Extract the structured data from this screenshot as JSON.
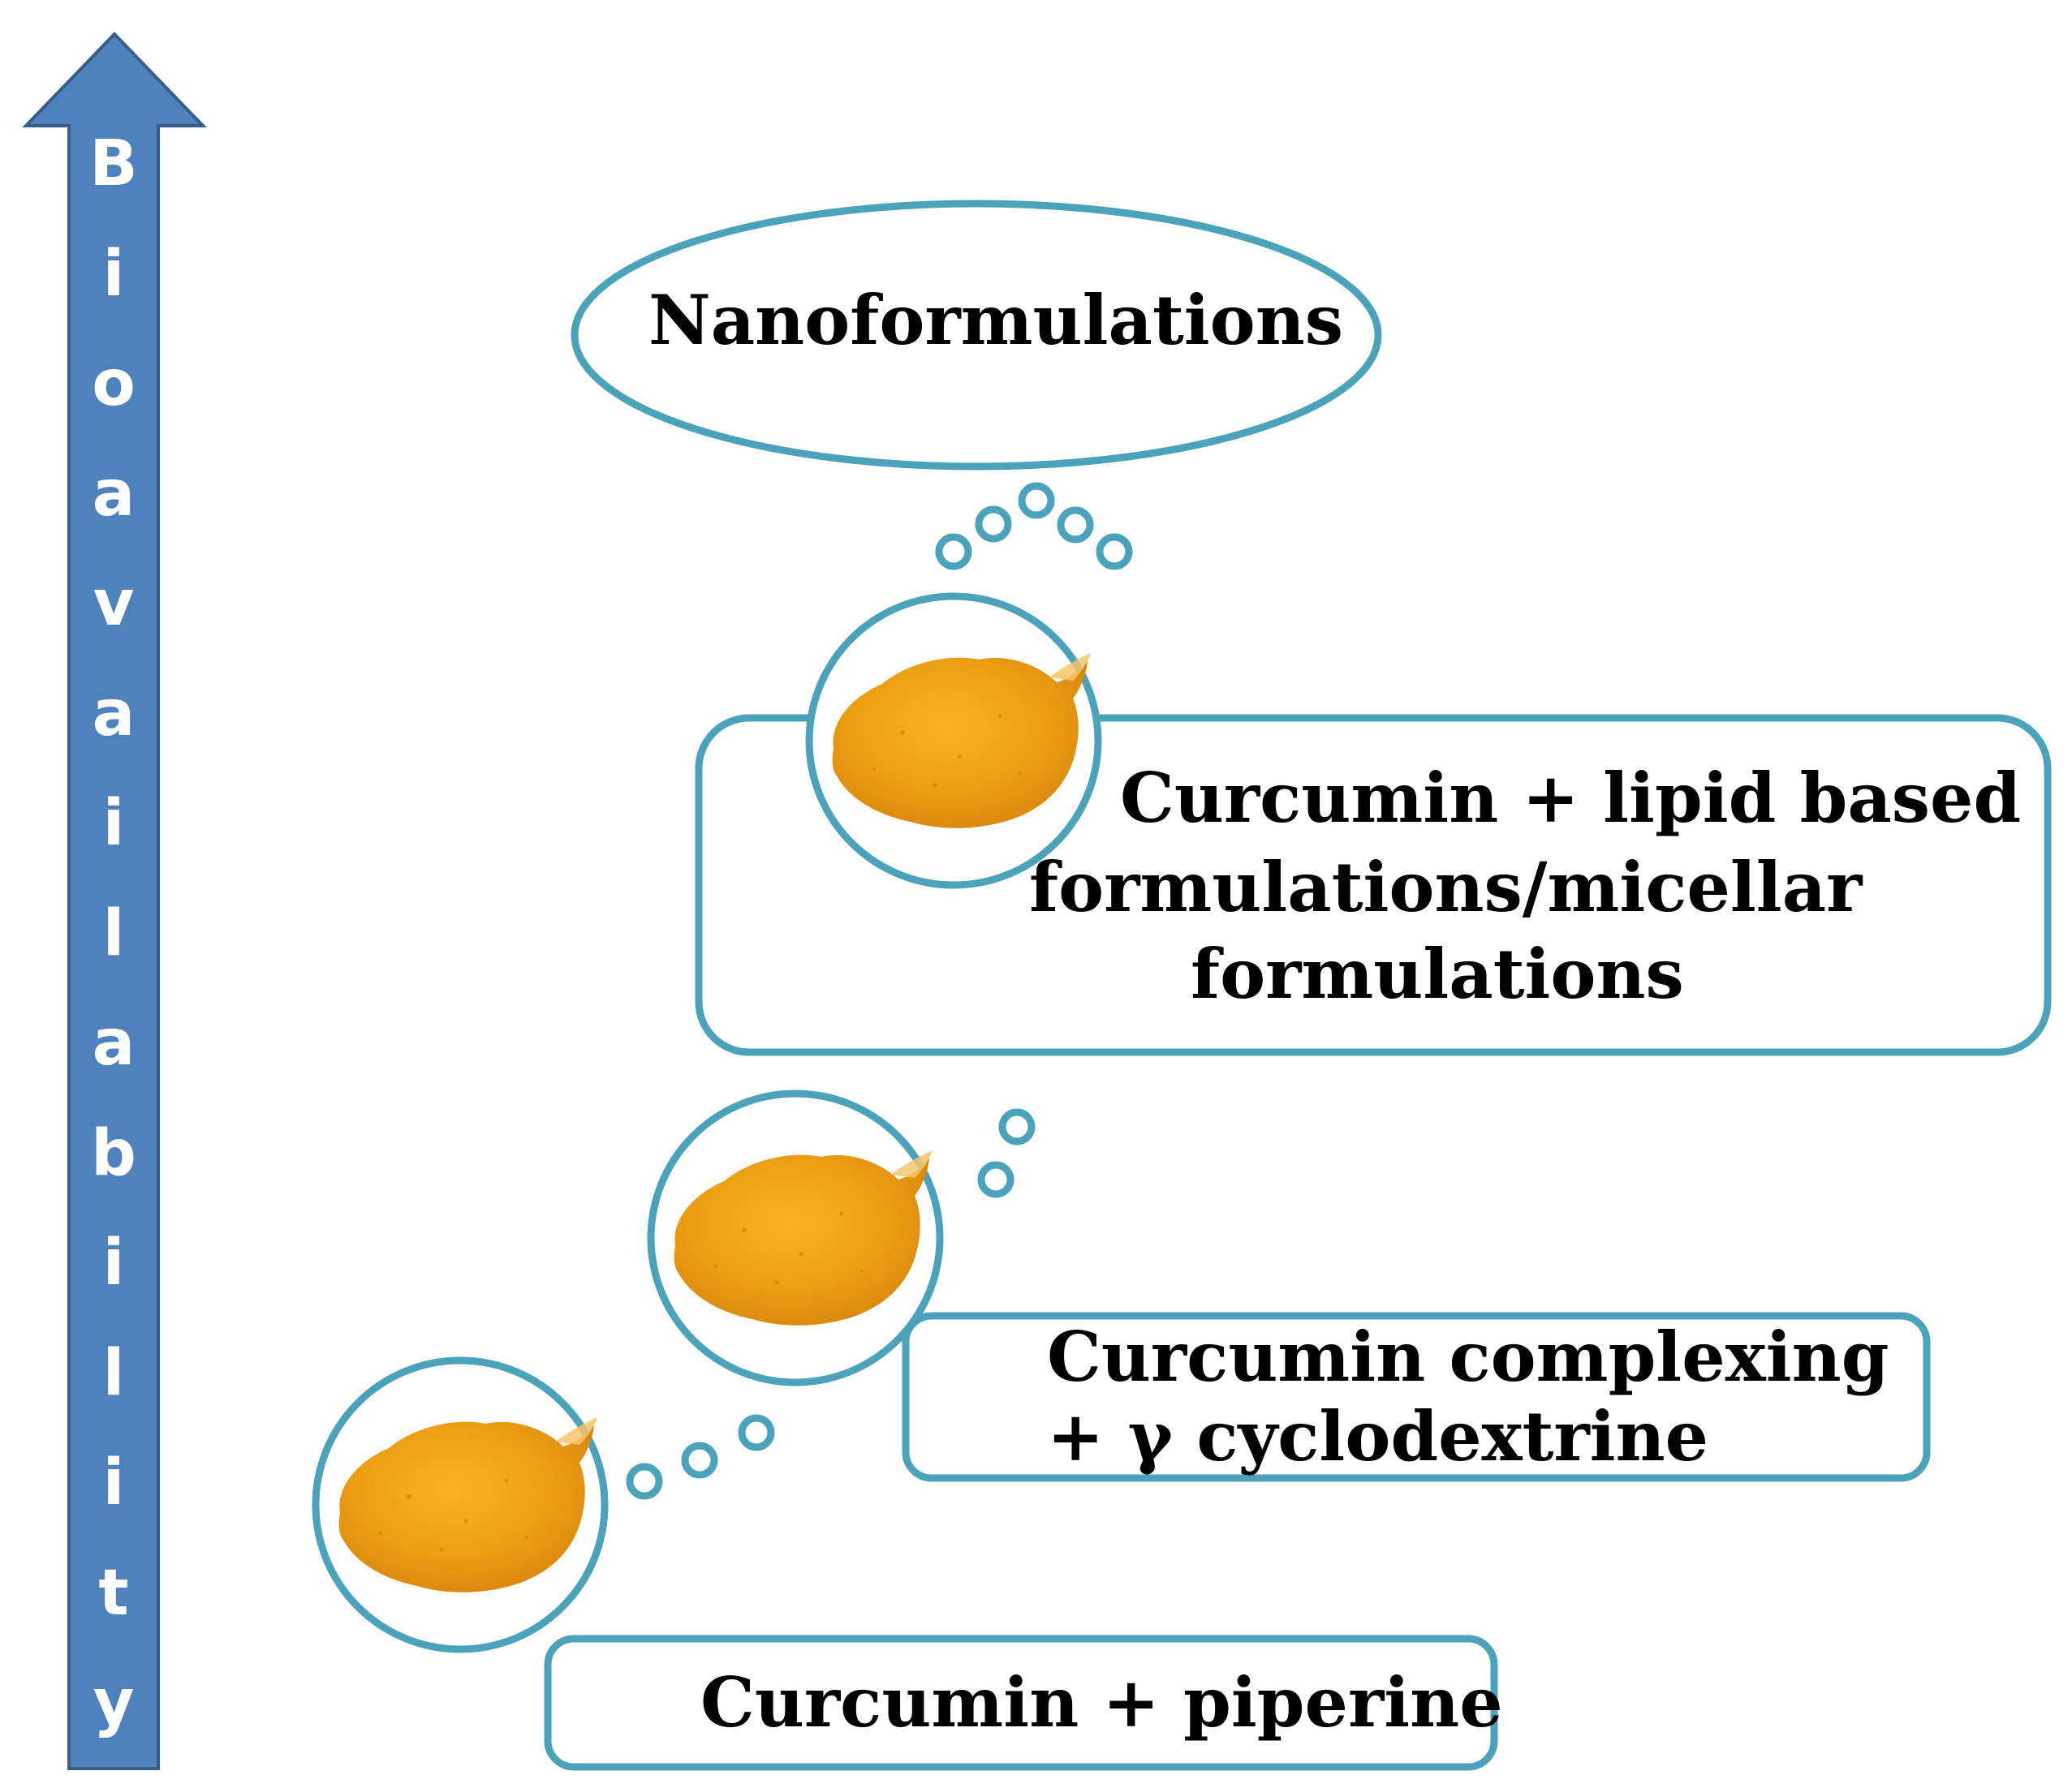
{
  "axis": {
    "label": "Bioavailability",
    "color": "#4f81bd",
    "border_color": "#385d8a",
    "text_color": "#ffffff"
  },
  "colors": {
    "outline": "#4aa3bb",
    "powder_dark": "#e29310",
    "powder_light": "#f4aa1a",
    "powder_edge": "#f6c46a",
    "text": "#000000"
  },
  "nodes": {
    "nanoformulations": {
      "label": "Nanoformulations"
    },
    "lipid": {
      "lines": [
        "Curcumin + lipid  based",
        "formulations/micellar",
        "formulations"
      ]
    },
    "cyclodextrin": {
      "lines": [
        "Curcumin complexing",
        "+ γ cyclodextrine"
      ]
    },
    "piperine": {
      "label": "Curcumin + piperine"
    }
  },
  "icons": [
    "curcumin-powder-icon",
    "bubble-dot-icon",
    "up-arrow-icon"
  ]
}
